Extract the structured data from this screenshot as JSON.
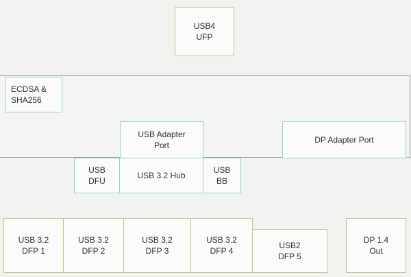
{
  "diagram": {
    "nodes": {
      "usb4_ufp": {
        "line1": "USB4",
        "line2": "UFP"
      },
      "ecdsa_sha256": {
        "line1": "ECDSA &",
        "line2": "SHA256"
      },
      "usb_adapter_port": {
        "line1": "USB Adapter",
        "line2": "Port"
      },
      "dp_adapter_port": {
        "line1": "DP Adapter Port"
      },
      "usb_dfu": {
        "line1": "USB",
        "line2": "DFU"
      },
      "usb32_hub": {
        "line1": "USB 3.2 Hub"
      },
      "usb_bb": {
        "line1": "USB",
        "line2": "BB"
      },
      "usb32_dfp1": {
        "line1": "USB 3.2",
        "line2": "DFP 1"
      },
      "usb32_dfp2": {
        "line1": "USB 3.2",
        "line2": "DFP 2"
      },
      "usb32_dfp3": {
        "line1": "USB 3.2",
        "line2": "DFP 3"
      },
      "usb32_dfp4": {
        "line1": "USB 3.2",
        "line2": "DFP 4"
      },
      "usb2_dfp5": {
        "line1": "USB2",
        "line2": "DFP 5"
      },
      "dp14_out": {
        "line1": "DP 1.4",
        "line2": "Out"
      }
    },
    "colors": {
      "green_border": "#b9c884",
      "blue_border": "#8fd2e4",
      "gray_border": "#9c9c9c",
      "box_fill": "#fbfbf9",
      "background": "#f2f2f0"
    }
  }
}
